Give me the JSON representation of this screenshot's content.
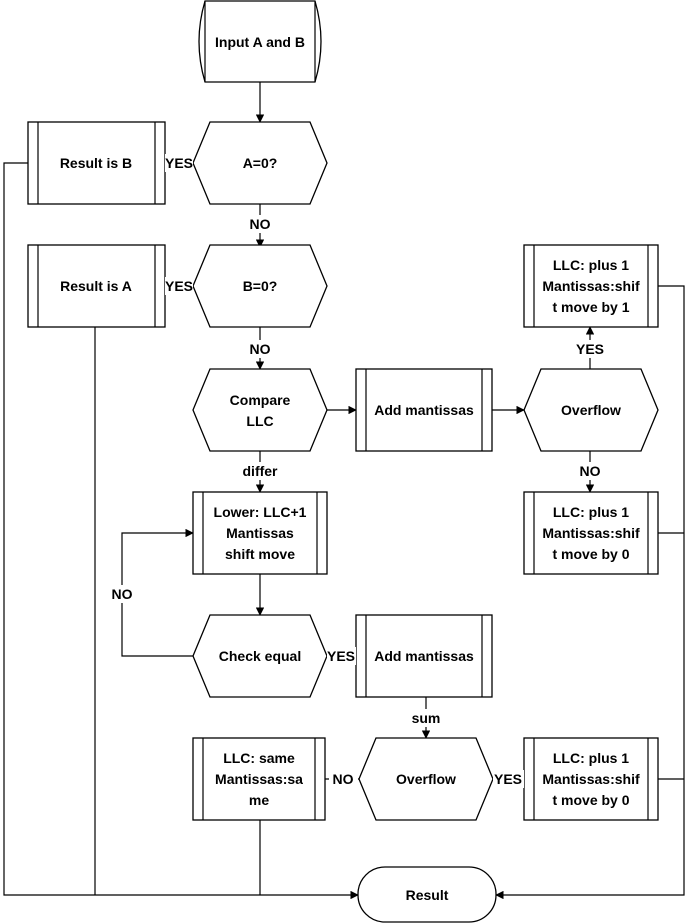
{
  "flowchart": {
    "start": "Input A and B",
    "check_a": "A=0?",
    "result_b": "Result is B",
    "check_b": "B=0?",
    "result_a": "Result is A",
    "compare_llc": [
      "Compare",
      "LLC"
    ],
    "add_mantissas_1": "Add mantissas",
    "overflow_1": "Overflow",
    "llc_plus1_shift1": [
      "LLC: plus 1",
      "Mantissas:shif",
      "t move by 1"
    ],
    "llc_plus1_shift0_a": [
      "LLC: plus 1",
      "Mantissas:shif",
      "t move by 0"
    ],
    "lower_llc": [
      "Lower: LLC+1",
      "Mantissas",
      "shift move"
    ],
    "check_equal": "Check equal",
    "add_mantissas_2": "Add mantissas",
    "overflow_2": "Overflow",
    "llc_same": [
      "LLC: same",
      "Mantissas:sa",
      "me"
    ],
    "llc_plus1_shift0_b": [
      "LLC: plus 1",
      "Mantissas:shif",
      "t move by 0"
    ],
    "result": "Result"
  },
  "edge_labels": {
    "yes_a": "YES",
    "no_a": "NO",
    "yes_b": "YES",
    "no_b": "NO",
    "differ": "differ",
    "yes_overflow_1": "YES",
    "no_overflow_1": "NO",
    "no_check_equal": "NO",
    "yes_check_equal": "YES",
    "sum": "sum",
    "no_overflow_2": "NO",
    "yes_overflow_2": "YES"
  }
}
